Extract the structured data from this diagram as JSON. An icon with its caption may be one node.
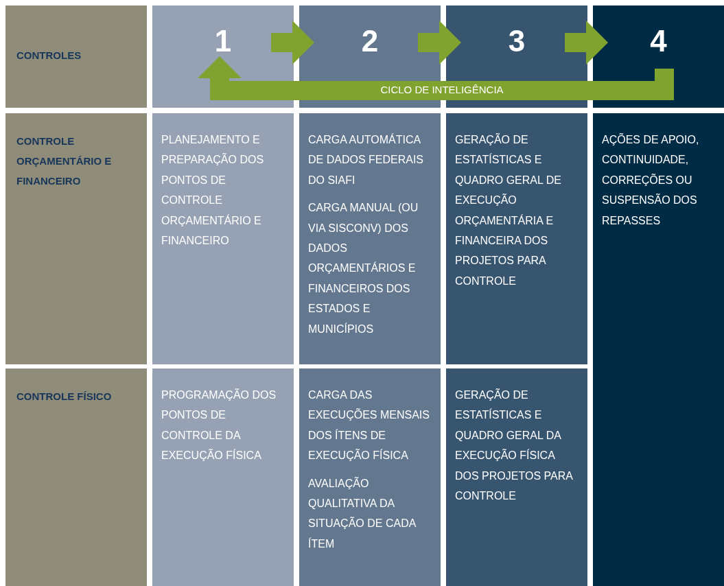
{
  "diagram": {
    "nodes": [
      {
        "text": [
          "CONTROLES"
        ]
      },
      {
        "text": [
          "1"
        ]
      },
      {
        "text": [
          "2"
        ]
      },
      {
        "text": [
          "3"
        ]
      },
      {
        "text": [
          "4"
        ]
      },
      {
        "text": [
          "CONTROLE ORÇAMENTÁRIO E FINANCEIRO"
        ]
      },
      {
        "text": [
          "PLANEJAMENTO E PREPARAÇÃO DOS PONTOS DE CONTROLE ORÇAMENTÁRIO E FINANCEIRO"
        ]
      },
      {
        "text": [
          "CARGA AUTOMÁTICA DE DADOS FEDERAIS DO SIAFI",
          "CARGA MANUAL (OU VIA SISCONV) DOS DADOS ORÇAMENTÁRIOS E FINANCEIROS DOS ESTADOS E MUNICÍPIOS"
        ]
      },
      {
        "text": [
          "GERAÇÃO DE ESTATÍSTICAS E QUADRO GERAL DE EXECUÇÃO ORÇAMENTÁRIA E FINANCEIRA DOS PROJETOS PARA CONTROLE"
        ]
      },
      {
        "text": [
          "AÇÕES DE APOIO, CONTINUIDADE, CORREÇÕES OU SUSPENSÃO DOS REPASSES"
        ]
      },
      {
        "text": [
          "CONTROLE FÍSICO"
        ]
      },
      {
        "text": [
          "PROGRAMAÇÃO DOS PONTOS DE CONTROLE DA EXECUÇÃO FÍSICA"
        ]
      },
      {
        "text": [
          "CARGA DAS EXECUÇÕES MENSAIS DOS ÍTENS DE EXECUÇÃO FÍSICA",
          "AVALIAÇÃO QUALITATIVA DA SITUAÇÃO DE CADA ÍTEM"
        ]
      },
      {
        "text": [
          "GERAÇÃO DE ESTATÍSTICAS E QUADRO GERAL DA EXECUÇÃO FÍSICA DOS PROJETOS PARA CONTROLE"
        ]
      }
    ],
    "edges": [
      {
        "from": 1,
        "to": 2,
        "arrow": "to"
      },
      {
        "from": 2,
        "to": 3,
        "arrow": "to"
      },
      {
        "from": 3,
        "to": 4,
        "arrow": "to"
      },
      {
        "from": 4,
        "to": 1,
        "arrow": "to",
        "label": "CICLO DE INTELIGÊNCIA"
      }
    ]
  }
}
